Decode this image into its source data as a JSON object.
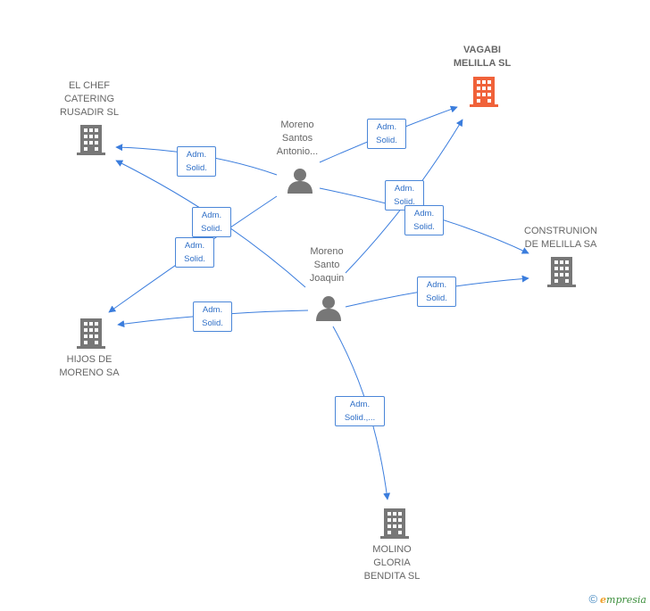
{
  "colors": {
    "edge": "#3b7ddd",
    "edge_label_border": "#4a86d8",
    "node_icon": "#777777",
    "main_icon": "#f0623a",
    "text": "#666666"
  },
  "nodes": {
    "vagabi": {
      "type": "company",
      "main": true,
      "lines": [
        "VAGABI",
        "MELILLA SL"
      ]
    },
    "el_chef": {
      "type": "company",
      "lines": [
        "EL CHEF",
        "CATERING",
        "RUSADIR SL"
      ]
    },
    "construnion": {
      "type": "company",
      "lines": [
        "CONSTRUNION",
        "DE MELILLA SA"
      ]
    },
    "hijos": {
      "type": "company",
      "lines": [
        "HIJOS DE",
        "MORENO SA"
      ]
    },
    "molino": {
      "type": "company",
      "lines": [
        "MOLINO",
        "GLORIA",
        "BENDITA SL"
      ]
    },
    "moreno_antonio": {
      "type": "person",
      "lines": [
        "Moreno",
        "Santos",
        "Antonio..."
      ]
    },
    "moreno_joaquin": {
      "type": "person",
      "lines": [
        "Moreno",
        "Santo",
        "Joaquin"
      ]
    }
  },
  "edges": [
    {
      "lines": [
        "Adm.",
        "Solid."
      ]
    },
    {
      "lines": [
        "Adm.",
        "Solid."
      ]
    },
    {
      "lines": [
        "Adm.",
        "Solid."
      ]
    },
    {
      "lines": [
        "Adm.",
        "Solid."
      ]
    },
    {
      "lines": [
        "Adm.",
        "Solid."
      ]
    },
    {
      "lines": [
        "Adm.",
        "Solid."
      ]
    },
    {
      "lines": [
        "Adm.",
        "Solid."
      ]
    },
    {
      "lines": [
        "Adm.",
        "Solid."
      ]
    },
    {
      "lines": [
        "Adm.",
        "Solid.,..."
      ]
    }
  ],
  "footer": {
    "copyright": "©",
    "brand_first": "e",
    "brand_rest": "mpresia"
  }
}
